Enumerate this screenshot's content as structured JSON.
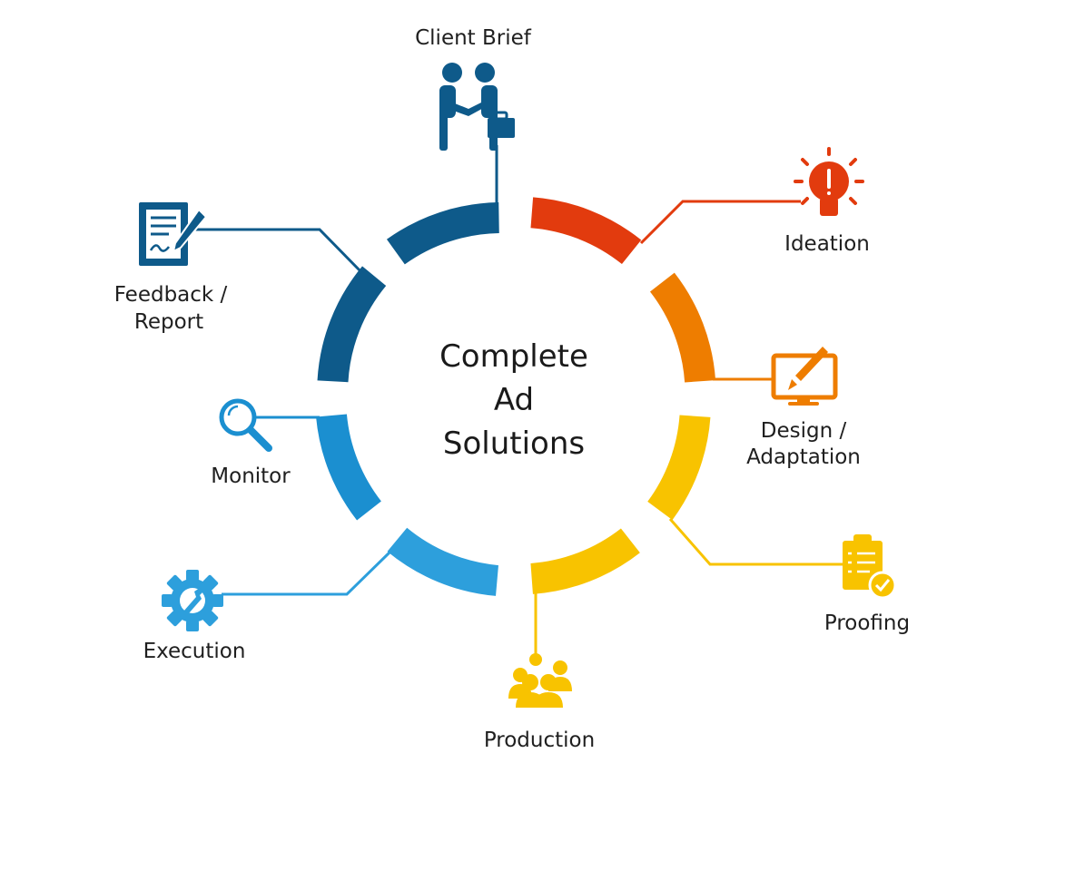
{
  "center": {
    "line1": "Complete",
    "line2": "Ad",
    "line3": "Solutions"
  },
  "stages": [
    {
      "id": "client-brief",
      "label": "Client Brief",
      "color": "#0e5a8a",
      "icon": "handshake-icon"
    },
    {
      "id": "ideation",
      "label": "Ideation",
      "color": "#e23b0e",
      "icon": "lightbulb-icon"
    },
    {
      "id": "design-adaptation",
      "label_line1": "Design /",
      "label_line2": "Adaptation",
      "color": "#ee7d00",
      "icon": "monitor-brush-icon"
    },
    {
      "id": "proofing",
      "label": "Proofing",
      "color": "#f8c300",
      "icon": "checklist-icon"
    },
    {
      "id": "production",
      "label": "Production",
      "color": "#f8c300",
      "icon": "team-icon"
    },
    {
      "id": "execution",
      "label": "Execution",
      "color": "#2d9fdc",
      "icon": "gear-wrench-icon"
    },
    {
      "id": "monitor",
      "label": "Monitor",
      "color": "#1b8fd0",
      "icon": "magnifier-icon"
    },
    {
      "id": "feedback-report",
      "label_line1": "Feedback /",
      "label_line2": "Report",
      "color": "#0e5a8a",
      "icon": "report-pen-icon"
    }
  ]
}
